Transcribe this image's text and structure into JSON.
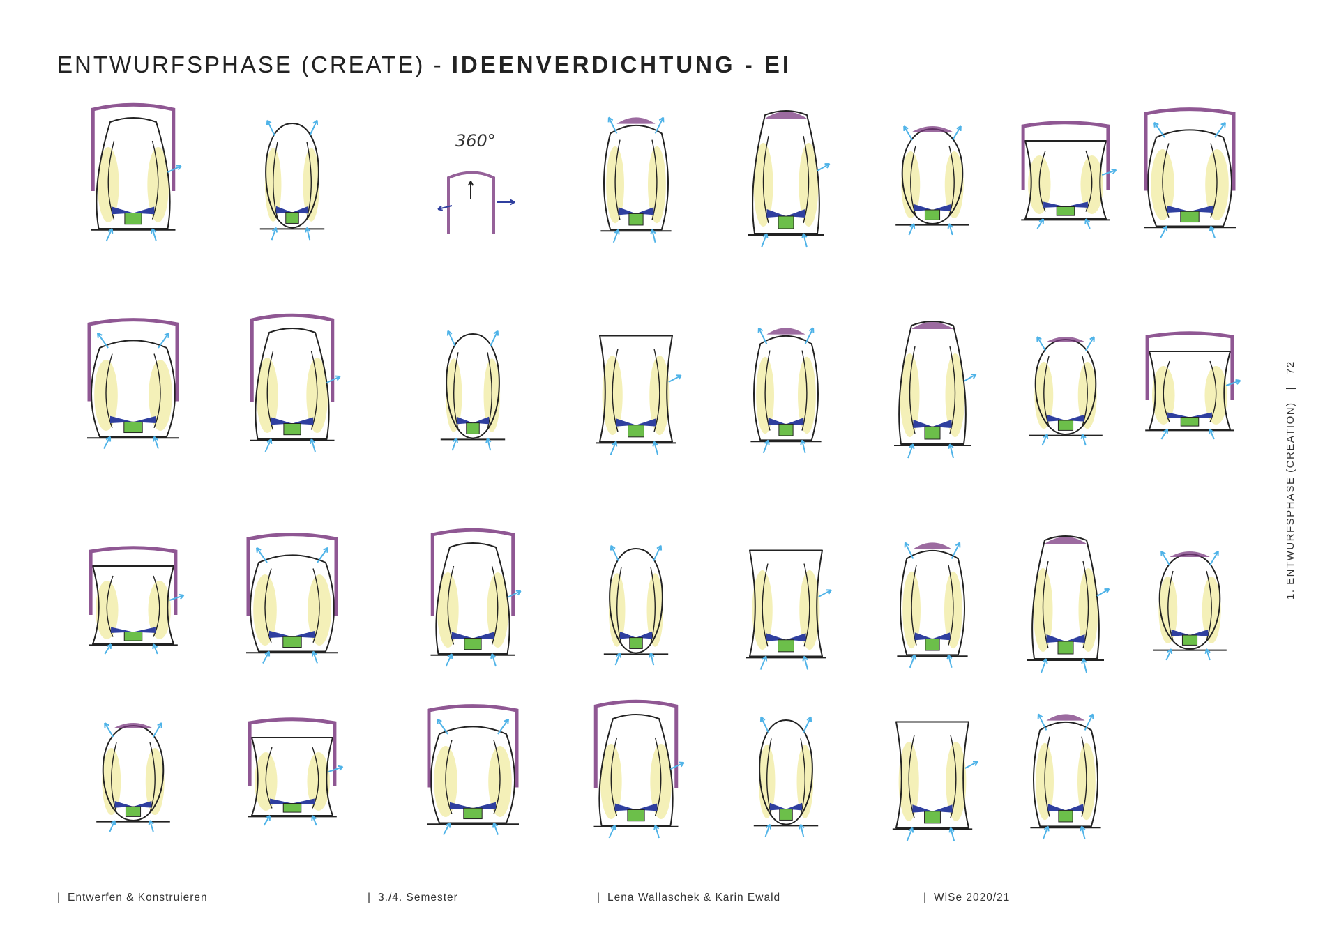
{
  "header": {
    "title_light": "ENTWURFSPHASE (CREATE) -",
    "title_bold": "IDEENVERDICHTUNG - EI"
  },
  "side_label": {
    "section": "1. ENTWURFSPHASE (CREATION)",
    "separator": "|",
    "page_number": "72"
  },
  "sketch_note": "360°",
  "footer": {
    "course": "Entwerfen & Konstruieren",
    "semester": "3./4. Semester",
    "authors": "Lena Wallaschek & Karin Ewald",
    "term": "WiSe 2020/21"
  },
  "colors": {
    "yellow": "#f3eeb0",
    "purple": "#7b3a80",
    "blue": "#2f3f9f",
    "green": "#6cbf4a",
    "arrow": "#4fb3e8",
    "ink": "#222222"
  }
}
